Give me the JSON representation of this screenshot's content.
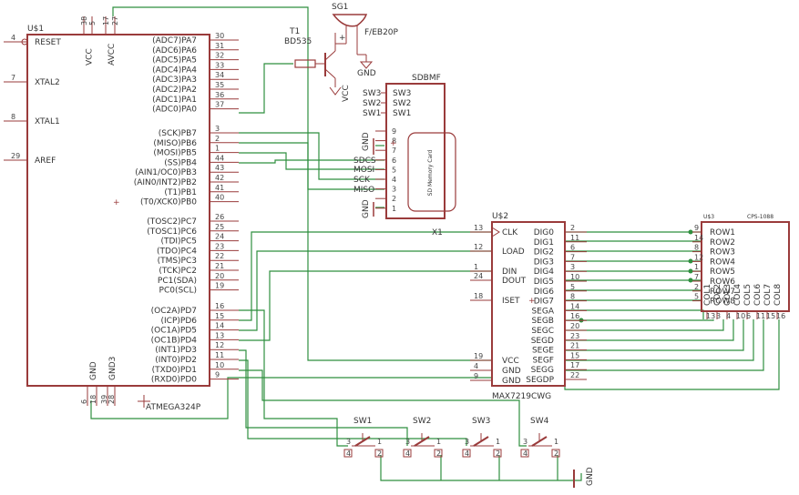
{
  "mcu": {
    "name": "U$1",
    "part": "ATMEGA324P",
    "left_pins": [
      {
        "label": "RESET",
        "num": "4"
      },
      {
        "label": "XTAL2",
        "num": "7"
      },
      {
        "label": "XTAL1",
        "num": "8"
      },
      {
        "label": "AREF",
        "num": "29"
      }
    ],
    "top_pins": [
      {
        "label": "VCC",
        "nums": [
          "38",
          "5"
        ]
      },
      {
        "label": "AVCC",
        "nums": [
          "17",
          "27"
        ]
      }
    ],
    "bottom_pins": [
      {
        "label": "GND",
        "nums": [
          "6",
          "18"
        ]
      },
      {
        "label": "GND3",
        "nums": [
          "39",
          "28"
        ]
      }
    ],
    "right_pins": [
      {
        "label": "(ADC7)PA7",
        "num": "30"
      },
      {
        "label": "(ADC6)PA6",
        "num": "31"
      },
      {
        "label": "(ADC5)PA5",
        "num": "32"
      },
      {
        "label": "(ADC4)PA4",
        "num": "33"
      },
      {
        "label": "(ADC3)PA3",
        "num": "34"
      },
      {
        "label": "(ADC2)PA2",
        "num": "35"
      },
      {
        "label": "(ADC1)PA1",
        "num": "36"
      },
      {
        "label": "(ADC0)PA0",
        "num": "37"
      },
      {
        "label": "(SCK)PB7",
        "num": "3"
      },
      {
        "label": "(MISO)PB6",
        "num": "2"
      },
      {
        "label": "(MOSI)PB5",
        "num": "1"
      },
      {
        "label": "(SS)PB4",
        "num": "44"
      },
      {
        "label": "(AIN1/OC0)PB3",
        "num": "43"
      },
      {
        "label": "(AIN0/INT2)PB2",
        "num": "42"
      },
      {
        "label": "(T1)PB1",
        "num": "41"
      },
      {
        "label": "(T0/XCK0)PB0",
        "num": "40"
      },
      {
        "label": "(TOSC2)PC7",
        "num": "26"
      },
      {
        "label": "(TOSC1)PC6",
        "num": "25"
      },
      {
        "label": "(TDI)PC5",
        "num": "24"
      },
      {
        "label": "(TDO)PC4",
        "num": "23"
      },
      {
        "label": "(TMS)PC3",
        "num": "22"
      },
      {
        "label": "(TCK)PC2",
        "num": "21"
      },
      {
        "label": "PC1(SDA)",
        "num": "20"
      },
      {
        "label": "PC0(SCL)",
        "num": "19"
      },
      {
        "label": "(OC2A)PD7",
        "num": "16"
      },
      {
        "label": "(ICP)PD6",
        "num": "15"
      },
      {
        "label": "(OC1A)PD5",
        "num": "14"
      },
      {
        "label": "(OC1B)PD4",
        "num": "13"
      },
      {
        "label": "(INT1)PD3",
        "num": "12"
      },
      {
        "label": "(INT0)PD2",
        "num": "11"
      },
      {
        "label": "(TXD0)PD1",
        "num": "10"
      },
      {
        "label": "(RXD0)PD0",
        "num": "9"
      }
    ]
  },
  "transistor": {
    "name": "T1",
    "part": "BD535",
    "supply": "VCC"
  },
  "buzzer": {
    "name": "SG1",
    "part": "F/EB20P",
    "plus": "+",
    "gnd": "GND"
  },
  "sd": {
    "name": "SDBMF",
    "switch_labels": [
      "SW3",
      "SW2",
      "SW1"
    ],
    "pin_nums": [
      "9",
      "8",
      "7",
      "6",
      "5",
      "4",
      "3",
      "2",
      "1"
    ],
    "nets": [
      "SDCS",
      "MOSI",
      "SCK",
      "MISO"
    ],
    "gnd_labels": [
      "GND",
      "GND"
    ],
    "card_text": "SD Memory Card"
  },
  "driver": {
    "name": "U$2",
    "part": "MAX7219CWG",
    "left_pins": [
      {
        "label": "CLK",
        "num": "13"
      },
      {
        "label": "LOAD",
        "num": "12"
      },
      {
        "label": "DIN",
        "num": "1"
      },
      {
        "label": "DOUT",
        "num": "24"
      },
      {
        "label": "ISET",
        "num": "18"
      },
      {
        "label": "VCC",
        "num": "19"
      },
      {
        "label": "GND",
        "num": "4"
      },
      {
        "label": "GND",
        "num": "9"
      }
    ],
    "right_labels": [
      "DIG0",
      "DIG1",
      "DIG2",
      "DIG3",
      "DIG4",
      "DIG5",
      "DIG6",
      "DIG7",
      "SEGA",
      "SEGB",
      "SEGC",
      "SEGD",
      "SEGE",
      "SEGF",
      "SEGG",
      "SEGDP"
    ],
    "right_nums": [
      "2",
      "11",
      "6",
      "7",
      "3",
      "10",
      "5",
      "8",
      "14",
      "16",
      "20",
      "23",
      "21",
      "15",
      "17",
      "22"
    ]
  },
  "matrix": {
    "name": "U$3",
    "part": "CPS-1088",
    "rows": [
      "ROW1",
      "ROW2",
      "ROW3",
      "ROW4",
      "ROW5",
      "ROW6",
      "ROW7",
      "ROW8"
    ],
    "row_nums": [
      "9",
      "14",
      "8",
      "12",
      "1",
      "7",
      "2",
      "5"
    ],
    "cols": [
      "COL1",
      "COL2",
      "COL3",
      "COL4",
      "COL5",
      "COL6",
      "COL7",
      "COL8"
    ],
    "col_nums": [
      "13",
      "3",
      "4",
      "10",
      "6",
      "11",
      "15",
      "16"
    ]
  },
  "crystal": {
    "name": "X1"
  },
  "switches": [
    {
      "name": "SW1",
      "pins": [
        "3",
        "1",
        "4",
        "2"
      ]
    },
    {
      "name": "SW2",
      "pins": [
        "3",
        "1",
        "4",
        "2"
      ]
    },
    {
      "name": "SW3",
      "pins": [
        "3",
        "1",
        "4",
        "2"
      ]
    },
    {
      "name": "SW4",
      "pins": [
        "3",
        "1",
        "4",
        "2"
      ]
    }
  ],
  "ground": {
    "label": "GND"
  }
}
